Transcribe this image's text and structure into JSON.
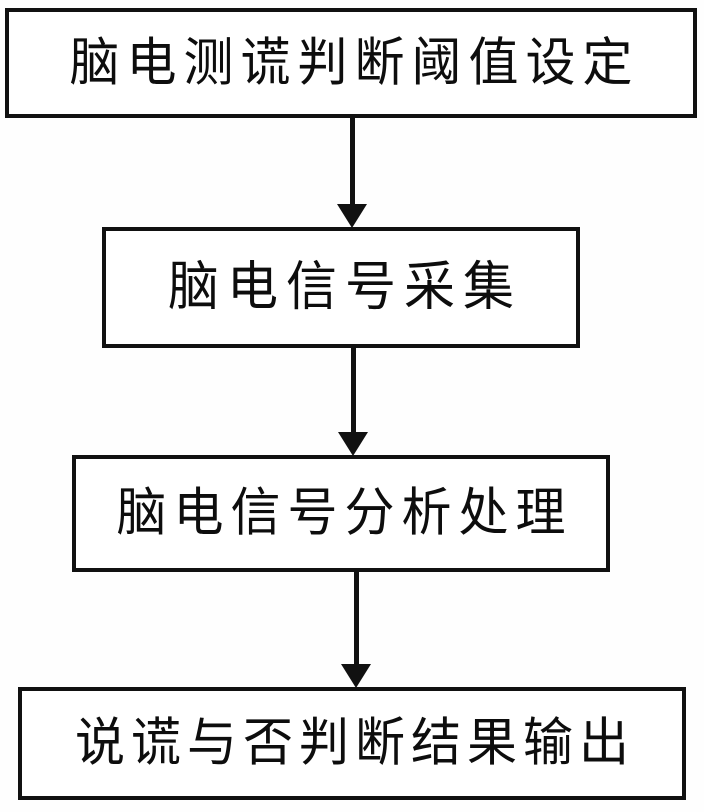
{
  "figure": {
    "type": "flowchart",
    "orientation": "vertical-top-to-bottom",
    "stroke_color": "#111111",
    "background_color": "#ffffff",
    "nodes": [
      {
        "id": "threshold",
        "label": "脑电测谎判断阈值设定",
        "shape": "rectangle",
        "order": 1
      },
      {
        "id": "acquire",
        "label": "脑电信号采集",
        "shape": "rectangle",
        "order": 2
      },
      {
        "id": "analyze",
        "label": "脑电信号分析处理",
        "shape": "rectangle",
        "order": 3
      },
      {
        "id": "output",
        "label": "说谎与否判断结果输出",
        "shape": "rectangle",
        "order": 4
      }
    ],
    "edges": [
      {
        "id": "edge-1",
        "from": "threshold",
        "to": "acquire",
        "style": "solid-arrow-down",
        "label": ""
      },
      {
        "id": "edge-2",
        "from": "acquire",
        "to": "analyze",
        "style": "solid-arrow-down",
        "label": ""
      },
      {
        "id": "edge-3",
        "from": "analyze",
        "to": "output",
        "style": "solid-arrow-down",
        "label": ""
      }
    ]
  }
}
